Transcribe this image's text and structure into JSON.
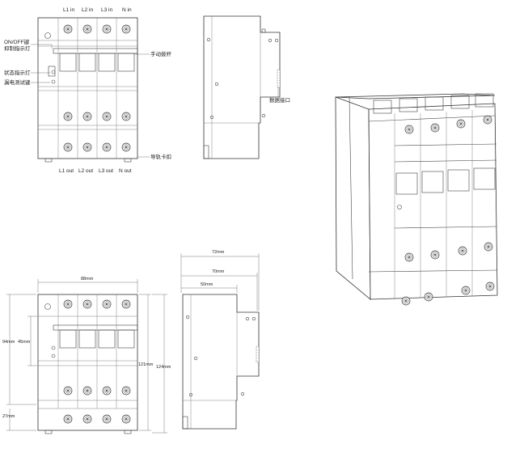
{
  "top_labels": {
    "terminals_in": [
      "L1 in",
      "L2 in",
      "L3 in",
      "N in"
    ],
    "terminals_out": [
      "L1 out",
      "L2 out",
      "L3 out",
      "N out"
    ],
    "callouts": {
      "onoff_line1": "ON/OFF键",
      "onoff_line2": "抑制指示灯",
      "status_led": "状态指示灯",
      "leak_test": "漏电测试键",
      "handle": "手动拨杆",
      "din_clip": "导轨卡扣",
      "data_port": "数据接口"
    }
  },
  "dimensions": {
    "front_width": "88mm",
    "height_94": "94mm",
    "height_45": "45mm",
    "height_27": "27mm",
    "height_121": "121mm",
    "height_124": "124mm",
    "side_72": "72mm",
    "side_70": "70mm",
    "side_50": "50mm"
  }
}
